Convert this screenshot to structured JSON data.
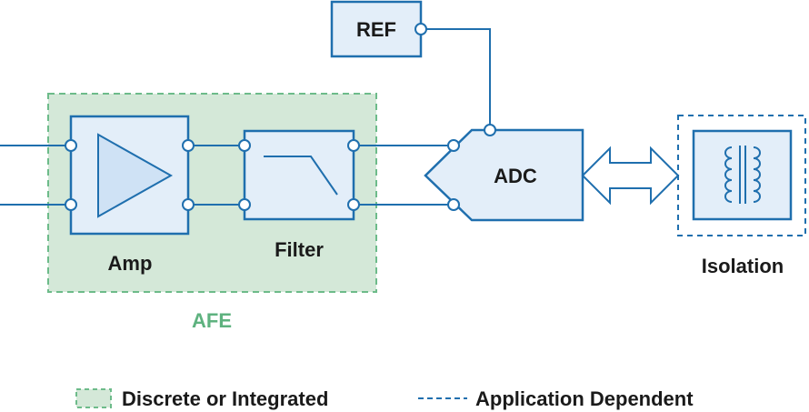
{
  "labels": {
    "ref": "REF",
    "amp": "Amp",
    "filter": "Filter",
    "adc": "ADC",
    "isolation": "Isolation",
    "afe": "AFE"
  },
  "legend": {
    "discrete": "Discrete or Integrated",
    "application": "Application Dependent"
  },
  "colors": {
    "stroke": "#1f6fae",
    "fill": "#e3eef9",
    "afe_fill": "#d4e8d8",
    "afe_border": "#6dbb8a",
    "afe_text": "#5eb27f",
    "text": "#1a1a1a"
  }
}
